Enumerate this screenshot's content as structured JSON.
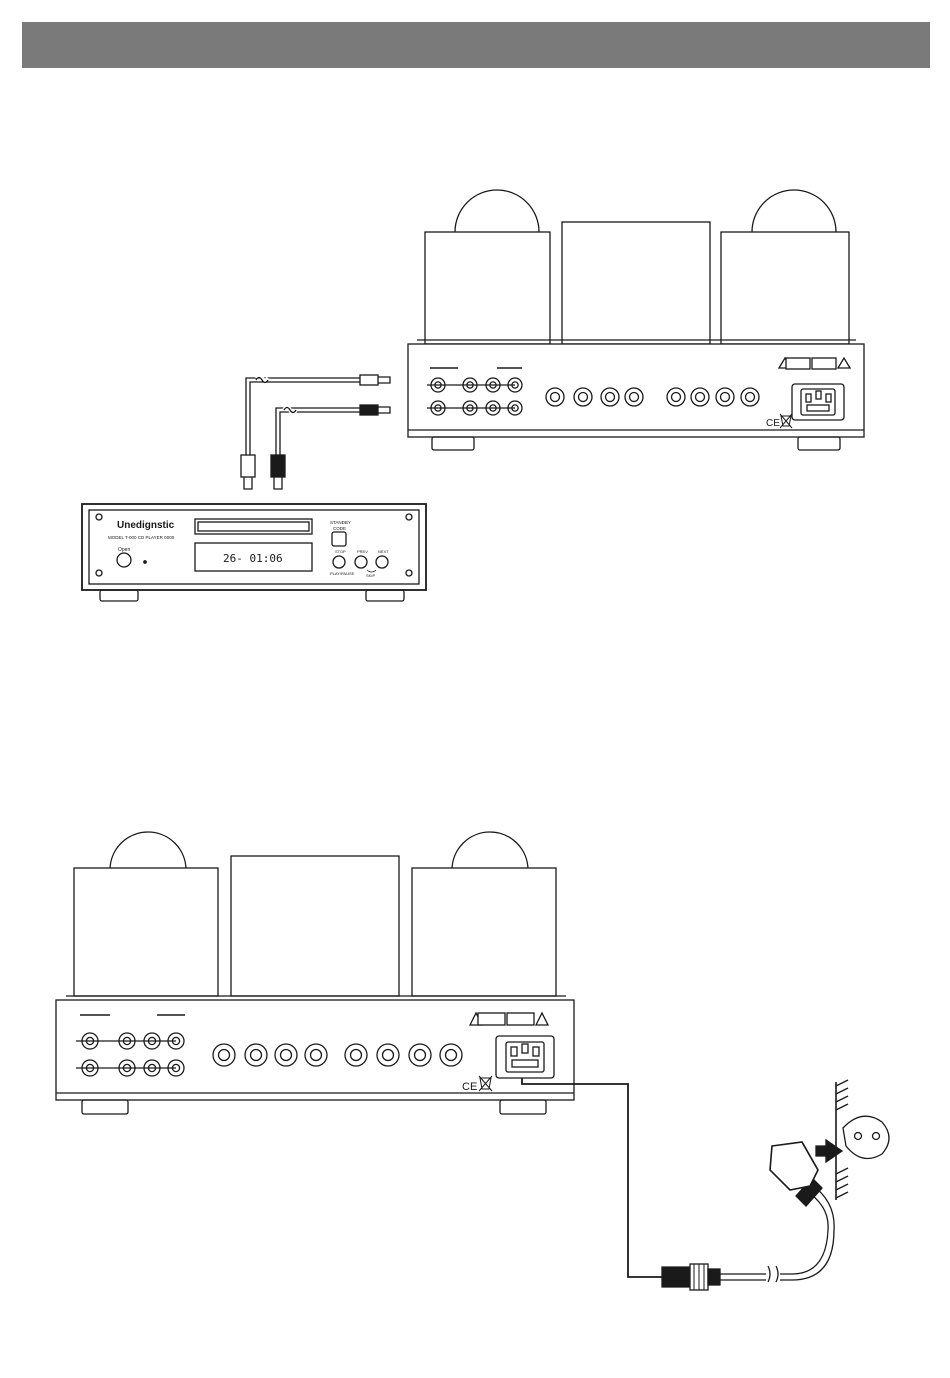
{
  "header": {
    "color": "#7a7a7a"
  },
  "cd_player": {
    "brand_logo": "Unedignstic",
    "model_line": "MODEL T-000 CD PLAYER 0000",
    "display_readout": "26- 01:06",
    "open_button_label": "Open",
    "standby_label": "STANDBY",
    "standby_sublabel": "CODE",
    "button_labels": [
      "STOP",
      "PREV",
      "NEXT"
    ],
    "button_sublabels": [
      "PLAY/PAUSE",
      "SKIP"
    ]
  },
  "amplifier": {
    "certification_mark": "CE",
    "weee_symbol": "weee-bin-icon",
    "warning_symbol": "warning-triangle-icon"
  },
  "colors": {
    "line": "#1a1a1a",
    "panel": "#ffffff"
  }
}
